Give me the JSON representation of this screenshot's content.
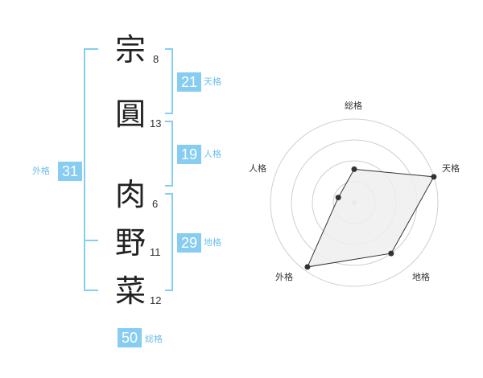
{
  "characters": [
    {
      "char": "宗",
      "strokes": "8"
    },
    {
      "char": "圓",
      "strokes": "13"
    },
    {
      "char": "肉",
      "strokes": "6"
    },
    {
      "char": "野",
      "strokes": "11"
    },
    {
      "char": "菜",
      "strokes": "12"
    }
  ],
  "scores": {
    "tenkaku": {
      "value": "21",
      "label": "天格"
    },
    "jinkaku": {
      "value": "19",
      "label": "人格"
    },
    "chikaku": {
      "value": "29",
      "label": "地格"
    },
    "gaikaku": {
      "value": "31",
      "label": "外格"
    },
    "soukaku": {
      "value": "50",
      "label": "総格"
    }
  },
  "colors": {
    "accent": "#87cdf2",
    "accent_text": "#6bbfe9",
    "radar_fill": "#efefef"
  },
  "chart_data": {
    "type": "radar",
    "axes": [
      "総格",
      "天格",
      "地格",
      "外格",
      "人格"
    ],
    "values": [
      0.4,
      1.0,
      0.75,
      0.95,
      0.2
    ],
    "rings": 4,
    "grid": true
  }
}
